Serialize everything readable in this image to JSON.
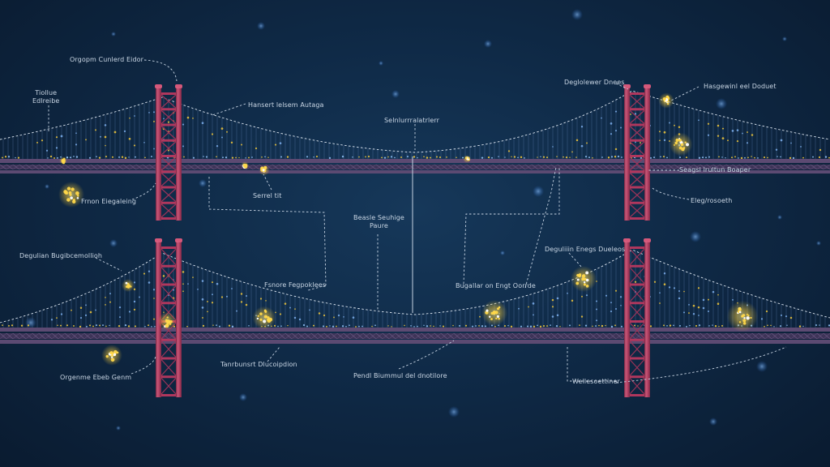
{
  "labels": [
    {
      "id": "l1",
      "text": "Orgopm Cunlerd Eidor"
    },
    {
      "id": "l2",
      "text": "Tiollue\nEdlreibe"
    },
    {
      "id": "l3",
      "text": "Hansert lelsem Autaga"
    },
    {
      "id": "l4",
      "text": "Selnlurrralatrlerr"
    },
    {
      "id": "l5",
      "text": "Deglolewer Dnees"
    },
    {
      "id": "l6",
      "text": "Hasgewinl eel Doduet"
    },
    {
      "id": "l7",
      "text": "Serrel tit"
    },
    {
      "id": "l8",
      "text": "Frnon Eiegaleing"
    },
    {
      "id": "l9",
      "text": "Seagsl lrultun Boaper"
    },
    {
      "id": "l10",
      "text": "Eleg/rosoeth"
    },
    {
      "id": "l11",
      "text": "Beasle Seuhige\nPaure"
    },
    {
      "id": "l12",
      "text": "Degulian Bugibcemollioh"
    },
    {
      "id": "l13",
      "text": "Deguliiin Enegs Dueleos"
    },
    {
      "id": "l14",
      "text": "Fsnore Fegpoklees"
    },
    {
      "id": "l15",
      "text": "Bugallar on Engt Oorrde"
    },
    {
      "id": "l16",
      "text": "Orgenme Ebeb Genm"
    },
    {
      "id": "l17",
      "text": "Tanrbunsrt Dlucoipdion"
    },
    {
      "id": "l18",
      "text": "Pendl Biummul del dnotilore"
    },
    {
      "id": "l19",
      "text": "Wellesoettiner"
    }
  ],
  "colors": {
    "background": "#0f2a47",
    "tower": "#b0375d",
    "tower_highlight": "#d4587a",
    "deck": "#4a3a5e",
    "cable": "#dfe8f2",
    "lights_gold": "#f3c93a",
    "lights_blue": "#4a8fe0",
    "label_text": "#c9d6e4"
  }
}
